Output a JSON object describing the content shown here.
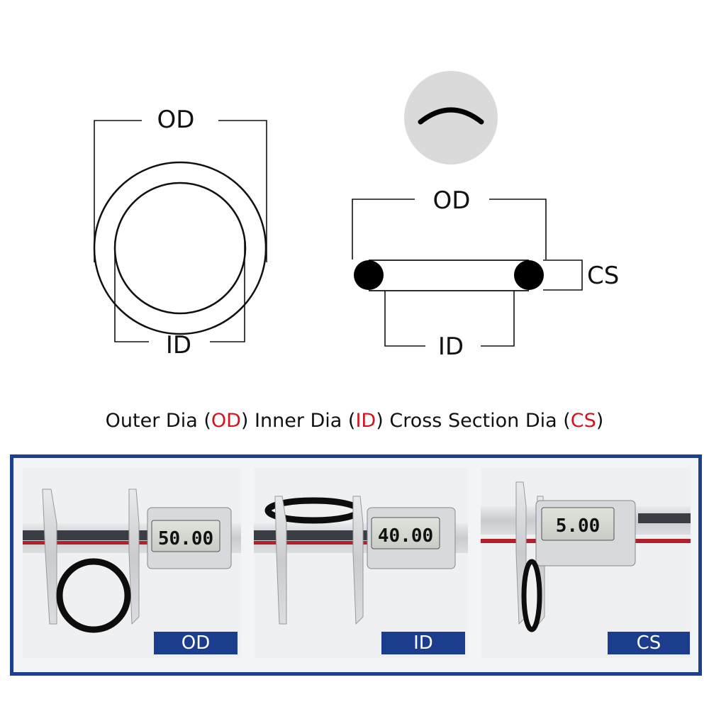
{
  "diagram": {
    "ring_labels": {
      "od": "OD",
      "id": "ID"
    },
    "section_labels": {
      "od": "OD",
      "id": "ID",
      "cs": "CS"
    }
  },
  "caption": {
    "outer_prefix": "Outer Dia (",
    "outer_abbr": "OD",
    "outer_suffix": ") Inner Dia (",
    "inner_abbr": "ID",
    "inner_suffix": ") Cross Section Dia (",
    "cs_abbr": "CS",
    "cs_suffix": ")"
  },
  "photos": [
    {
      "badge": "OD",
      "readout": "50.00"
    },
    {
      "badge": "ID",
      "readout": "40.00"
    },
    {
      "badge": "CS",
      "readout": "5.00"
    }
  ],
  "colors": {
    "accent_red": "#d4141c",
    "frame_blue": "#1e3f8f",
    "badge_blue": "#1c3c8e"
  }
}
